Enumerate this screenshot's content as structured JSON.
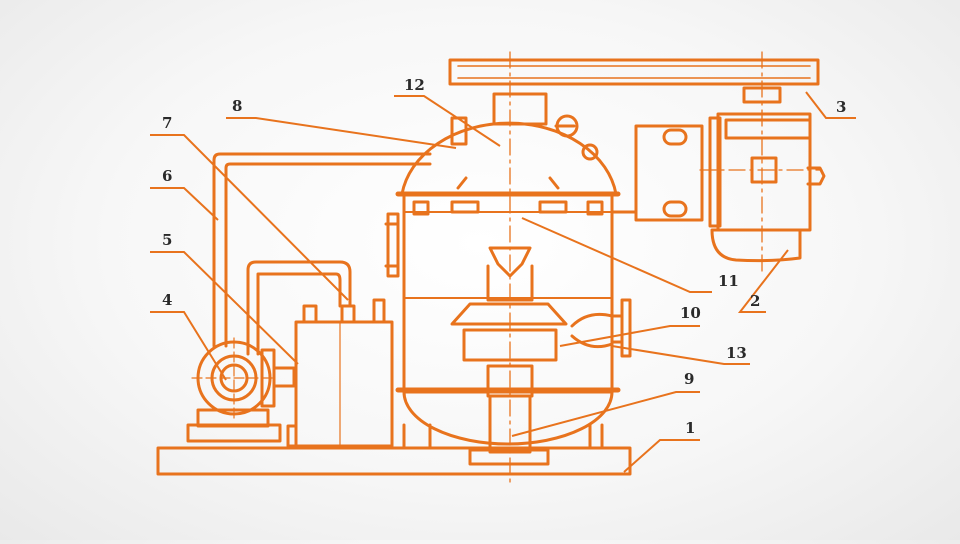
{
  "colors": {
    "line": "#E8731D",
    "label": "#2A2A2A",
    "leader": "#E8731D",
    "background": "#F3F3F3"
  },
  "labels": {
    "n1": "1",
    "n2": "2",
    "n3": "3",
    "n4": "4",
    "n5": "5",
    "n6": "6",
    "n7": "7",
    "n8": "8",
    "n9": "9",
    "n10": "10",
    "n11": "11",
    "n12": "12",
    "n13": "13"
  }
}
